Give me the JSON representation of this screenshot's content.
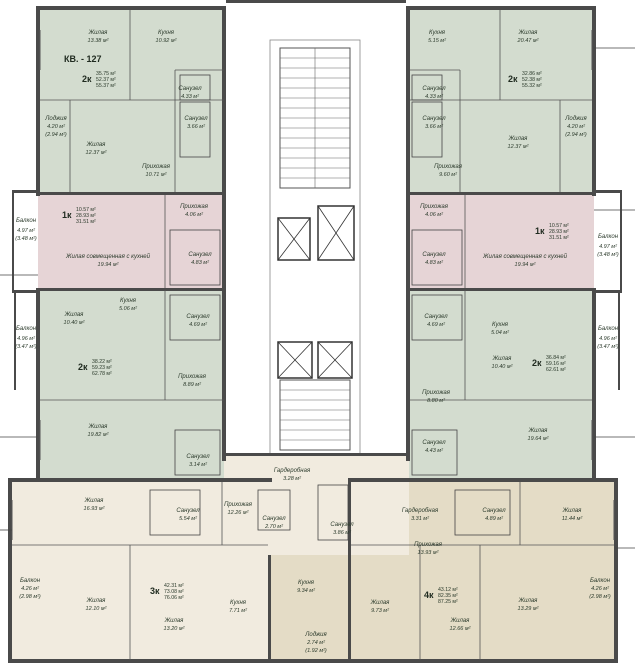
{
  "colors": {
    "green": "#d3dccf",
    "pink": "#e6d4d6",
    "beige_light": "#f1ebdf",
    "beige_dark": "#e4dcc6",
    "wall": "#4a4a4a",
    "core": "#ffffff"
  },
  "apartment_label": "КВ. - 127",
  "apartments": [
    {
      "id": "tl",
      "type": "2к",
      "areas": [
        "35.75 м²",
        "52.37 м²",
        "55.37 м²"
      ]
    },
    {
      "id": "tr",
      "type": "2к",
      "areas": [
        "32.86 м²",
        "52.38 м²",
        "55.32 м²"
      ]
    },
    {
      "id": "ml",
      "type": "1к",
      "areas": [
        "10.57 м²",
        "28.93 м²",
        "31.51 м²"
      ]
    },
    {
      "id": "mr",
      "type": "1к",
      "areas": [
        "10.57 м²",
        "28.93 м²",
        "31.51 м²"
      ]
    },
    {
      "id": "ll",
      "type": "2к",
      "areas": [
        "38.22 м²",
        "59.23 м²",
        "62.78 м²"
      ]
    },
    {
      "id": "lr",
      "type": "2к",
      "areas": [
        "36.84 м²",
        "59.16 м²",
        "62.61 м²"
      ]
    },
    {
      "id": "bl",
      "type": "3к",
      "areas": [
        "42.31 м²",
        "73.08 м²",
        "76.06 м²"
      ]
    },
    {
      "id": "br",
      "type": "4к",
      "areas": [
        "43.12 м²",
        "82.35 м²",
        "87.25 м²"
      ]
    }
  ],
  "rooms": [
    {
      "name": "Жилая",
      "area": "13.38 м²"
    },
    {
      "name": "Кухня",
      "area": "10.92 м²"
    },
    {
      "name": "Кухня",
      "area": "5.15 м²"
    },
    {
      "name": "Жилая",
      "area": "20.47 м²"
    },
    {
      "name": "Санузел",
      "area": "4.33 м²"
    },
    {
      "name": "Санузел",
      "area": "4.33 м²"
    },
    {
      "name": "Санузел",
      "area": "3.66 м²"
    },
    {
      "name": "Санузел",
      "area": "3.66 м²"
    },
    {
      "name": "Лоджия",
      "area": "4.20 м²",
      "sub": "(2.94 м²)"
    },
    {
      "name": "Лоджия",
      "area": "4.20 м²",
      "sub": "(2.94 м²)"
    },
    {
      "name": "Жилая",
      "area": "12.37 м²"
    },
    {
      "name": "Жилая",
      "area": "12.37 м²"
    },
    {
      "name": "Прихожая",
      "area": "10.71 м²"
    },
    {
      "name": "Прихожая",
      "area": "9.60 м²"
    },
    {
      "name": "Балкон",
      "area": "4.97 м²",
      "sub": "(3.48 м²)"
    },
    {
      "name": "Балкон",
      "area": "4.97 м²",
      "sub": "(3.48 м²)"
    },
    {
      "name": "Прихожая",
      "area": "4.06 м²"
    },
    {
      "name": "Прихожая",
      "area": "4.06 м²"
    },
    {
      "name": "Жилая совмещенная с кухней",
      "area": "19.94 м²"
    },
    {
      "name": "Жилая совмещенная с кухней",
      "area": "19.94 м²"
    },
    {
      "name": "Санузел",
      "area": "4.83 м²"
    },
    {
      "name": "Санузел",
      "area": "4.83 м²"
    },
    {
      "name": "Жилая",
      "area": "10.40 м²"
    },
    {
      "name": "Кухня",
      "area": "5.06 м²"
    },
    {
      "name": "Санузел",
      "area": "4.69 м²"
    },
    {
      "name": "Санузел",
      "area": "4.69 м²"
    },
    {
      "name": "Кухня",
      "area": "5.04 м²"
    },
    {
      "name": "Балкон",
      "area": "4.96 м²",
      "sub": "(3.47 м²)"
    },
    {
      "name": "Балкон",
      "area": "4.96 м²",
      "sub": "(3.47 м²)"
    },
    {
      "name": "Прихожая",
      "area": "8.89 м²"
    },
    {
      "name": "Прихожая",
      "area": "8.80 м²"
    },
    {
      "name": "Жилая",
      "area": "10.40 м²"
    },
    {
      "name": "Жилая",
      "area": "19.82 м²"
    },
    {
      "name": "Жилая",
      "area": "19.64 м²"
    },
    {
      "name": "Санузел",
      "area": "3.14 м²"
    },
    {
      "name": "Санузел",
      "area": "4.43 м²"
    },
    {
      "name": "Гардеробная",
      "area": "3.28 м²"
    },
    {
      "name": "Жилая",
      "area": "16.93 м²"
    },
    {
      "name": "Санузел",
      "area": "5.54 м²"
    },
    {
      "name": "Прихожая",
      "area": "12.26 м²"
    },
    {
      "name": "Санузел",
      "area": "2.70 м²"
    },
    {
      "name": "Санузел",
      "area": "3.86 м²"
    },
    {
      "name": "Гардеробная",
      "area": "3.31 м²"
    },
    {
      "name": "Санузел",
      "area": "4.89 м²"
    },
    {
      "name": "Жилая",
      "area": "11.44 м²"
    },
    {
      "name": "Прихожая",
      "area": "13.93 м²"
    },
    {
      "name": "Балкон",
      "area": "4.26 м²",
      "sub": "(2.98 м²)"
    },
    {
      "name": "Жилая",
      "area": "12.10 м²"
    },
    {
      "name": "Кухня",
      "area": "7.71 м²"
    },
    {
      "name": "Жилая",
      "area": "13.20 м²"
    },
    {
      "name": "Кухня",
      "area": "9.34 м²"
    },
    {
      "name": "Жилая",
      "area": "9.73 м²"
    },
    {
      "name": "Жилая",
      "area": "12.66 м²"
    },
    {
      "name": "Жилая",
      "area": "13.29 м²"
    },
    {
      "name": "Балкон",
      "area": "4.26 м²",
      "sub": "(2.98 м²)"
    },
    {
      "name": "Лоджия",
      "area": "2.74 м²",
      "sub": "(1.92 м²)"
    }
  ]
}
